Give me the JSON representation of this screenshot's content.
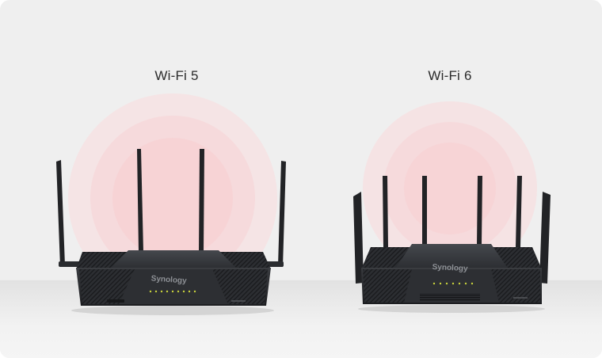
{
  "labels": {
    "left": "Wi-Fi 5",
    "right": "Wi-Fi 6"
  },
  "router_left": {
    "brand": "Synology",
    "antenna_count": 4,
    "led_count": 9
  },
  "router_right": {
    "brand": "Synology",
    "antenna_count": 6,
    "led_count": 7
  },
  "colors": {
    "background": "#efefef",
    "signal_rings": "#f7dfe0",
    "router_body": "#2a2c2f",
    "led": "#c8d23c"
  }
}
